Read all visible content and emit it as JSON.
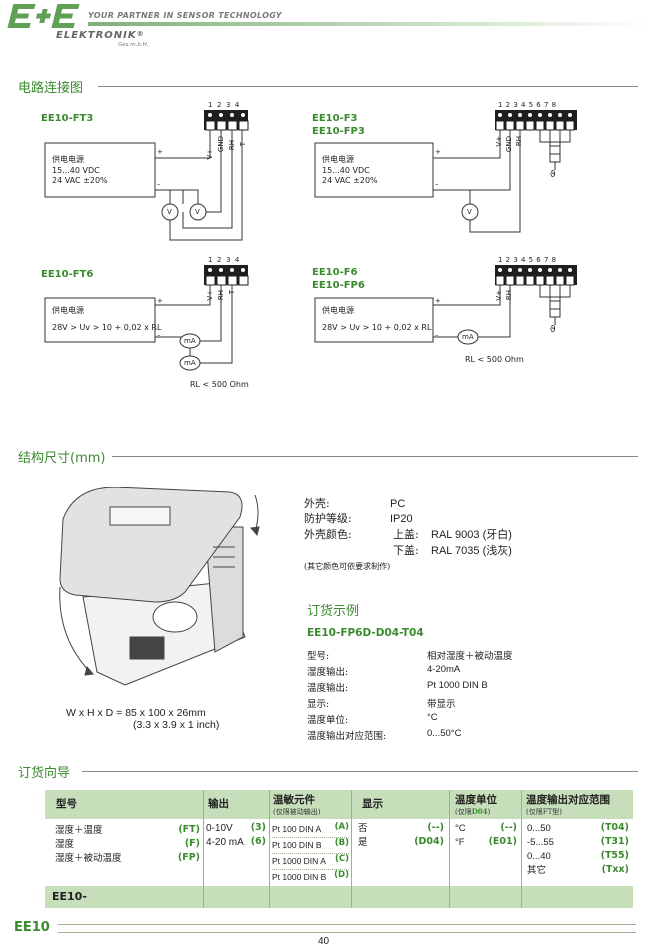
{
  "header": {
    "brand": "E+E",
    "tagline": "YOUR PARTNER IN SENSOR TECHNOLOGY",
    "company": "ELEKTRONIK",
    "registered": "®",
    "legal_form": "Ges.m.b.H."
  },
  "circuit": {
    "title": "电路连接图",
    "ft3": {
      "model": "EE10-FT3",
      "psu_label": "供电电源",
      "psu_line2": "15...40 VDC",
      "psu_line3": "24 VAC ±20%",
      "pins": [
        "1",
        "2",
        "3",
        "4"
      ],
      "pin_names": [
        "V+",
        "GND",
        "RH",
        "T"
      ],
      "meter": "V"
    },
    "f3": {
      "model1": "EE10-F3",
      "model2": "EE10-FP3",
      "psu_label": "供电电源",
      "psu_line2": "15...40 VDC",
      "psu_line3": "24 VAC ±20%",
      "pins": [
        "1",
        "2",
        "3",
        "4",
        "5",
        "6",
        "7",
        "8"
      ],
      "pin_names": [
        "V+",
        "GND",
        "RH"
      ],
      "meter": "V"
    },
    "ft6": {
      "model": "EE10-FT6",
      "psu_label": "供电电源",
      "psu_line2": "28V > Uv > 10 + 0,02 x RL",
      "pins": [
        "1",
        "2",
        "3",
        "4"
      ],
      "pin_names": [
        "V+",
        "RH",
        "T"
      ],
      "meter": "mA",
      "load": "RL < 500 Ohm"
    },
    "f6": {
      "model1": "EE10-F6",
      "model2": "EE10-FP6",
      "psu_label": "供电电源",
      "psu_line2": "28V > Uv > 10 + 0,02 x RL",
      "pins": [
        "1",
        "2",
        "3",
        "4",
        "5",
        "6",
        "7",
        "8"
      ],
      "pin_names": [
        "V+",
        "RH"
      ],
      "meter": "mA",
      "load": "RL < 500 Ohm"
    },
    "plus": "+",
    "minus": "–",
    "tsymbol": "ϑ"
  },
  "dimensions": {
    "title": "结构尺寸(mm)",
    "whd": "W x H x D =   85 x 100 x 26mm",
    "whd_inch": "(3.3 x 3.9 x 1 inch)",
    "housing_label": "外壳:",
    "housing_value": "PC",
    "protection_label": "防护等级:",
    "protection_value": "IP20",
    "color_label": "外壳颜色:",
    "cover_top_label": "上盖:",
    "cover_top_value": "RAL 9003 (牙白)",
    "cover_bottom_label": "下盖:",
    "cover_bottom_value": "RAL 7035 (浅灰)",
    "color_note": "(其它颜色可依要求制作)"
  },
  "order_example": {
    "title": "订货示例",
    "code": "EE10-FP6D-D04-T04",
    "rows": [
      {
        "label": "型号:",
        "value": "相对湿度＋被动温度"
      },
      {
        "label": "湿度输出:",
        "value": "4-20mA"
      },
      {
        "label": "温度输出:",
        "value": "Pt 1000 DIN B"
      },
      {
        "label": "显示:",
        "value": "带显示"
      },
      {
        "label": "温度单位:",
        "value": "°C"
      },
      {
        "label": "温度输出对应范围:",
        "value": "0...50°C"
      }
    ]
  },
  "ordering_guide": {
    "title": "订货向导",
    "headers": {
      "model": "型号",
      "output": "输出",
      "sensor": "温敏元件",
      "sensor_sub": "(仅限被动输出)",
      "display": "显示",
      "unit": "温度单位",
      "unit_sub_prefix": "(仅限",
      "unit_sub_code": "D04",
      "unit_sub_suffix": ")",
      "range": "温度输出对应范围",
      "range_sub": "(仅限FT型)"
    },
    "models": [
      {
        "name": "湿度＋温度",
        "code": "(FT)"
      },
      {
        "name": "湿度",
        "code": "(F)"
      },
      {
        "name": "湿度＋被动温度",
        "code": "(FP)"
      }
    ],
    "outputs": [
      {
        "name": "0-10V",
        "code": "(3)"
      },
      {
        "name": "4-20 mA",
        "code": "(6)"
      }
    ],
    "sensors": [
      {
        "name": "Pt 100 DIN A",
        "code": "(A)"
      },
      {
        "name": "Pt 100 DIN B",
        "code": "(B)"
      },
      {
        "name": "Pt 1000 DIN A",
        "code": "(C)"
      },
      {
        "name": "Pt 1000 DIN B",
        "code": "(D)"
      }
    ],
    "displays": [
      {
        "name": "否",
        "code": "(--)"
      },
      {
        "name": "是",
        "code": "(D04)"
      }
    ],
    "units": [
      {
        "name": "°C",
        "code": "(--)"
      },
      {
        "name": "°F",
        "code": "(E01)"
      }
    ],
    "ranges": [
      {
        "name": "0...50",
        "code": "(T04)"
      },
      {
        "name": "-5...55",
        "code": "(T31)"
      },
      {
        "name": "0...40",
        "code": "(T55)"
      },
      {
        "name": "其它",
        "code": "(Txx)"
      }
    ],
    "footer_code": "EE10-"
  },
  "footer": {
    "product": "EE10",
    "page": "40"
  },
  "colors": {
    "accent_green": "#3a8a2e",
    "table_header": "#c6deba"
  }
}
